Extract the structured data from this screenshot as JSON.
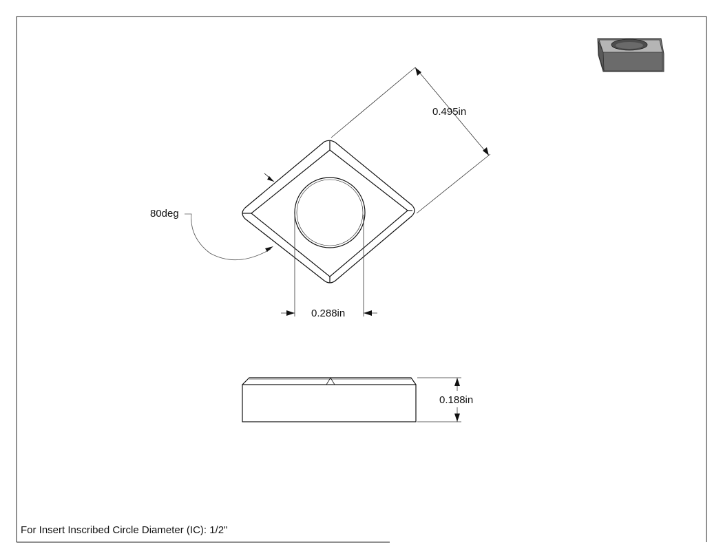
{
  "dimensions": {
    "edge_length": "0.495in",
    "hole_diameter": "0.288in",
    "angle": "80deg",
    "thickness": "0.188in"
  },
  "note": "For Insert Inscribed Circle Diameter (IC): 1/2\"",
  "colors": {
    "line": "#111111",
    "leader": "#555555",
    "insert_dark": "#6e6e6e",
    "insert_mid": "#8a8a8a",
    "insert_light": "#c8c8c8"
  }
}
